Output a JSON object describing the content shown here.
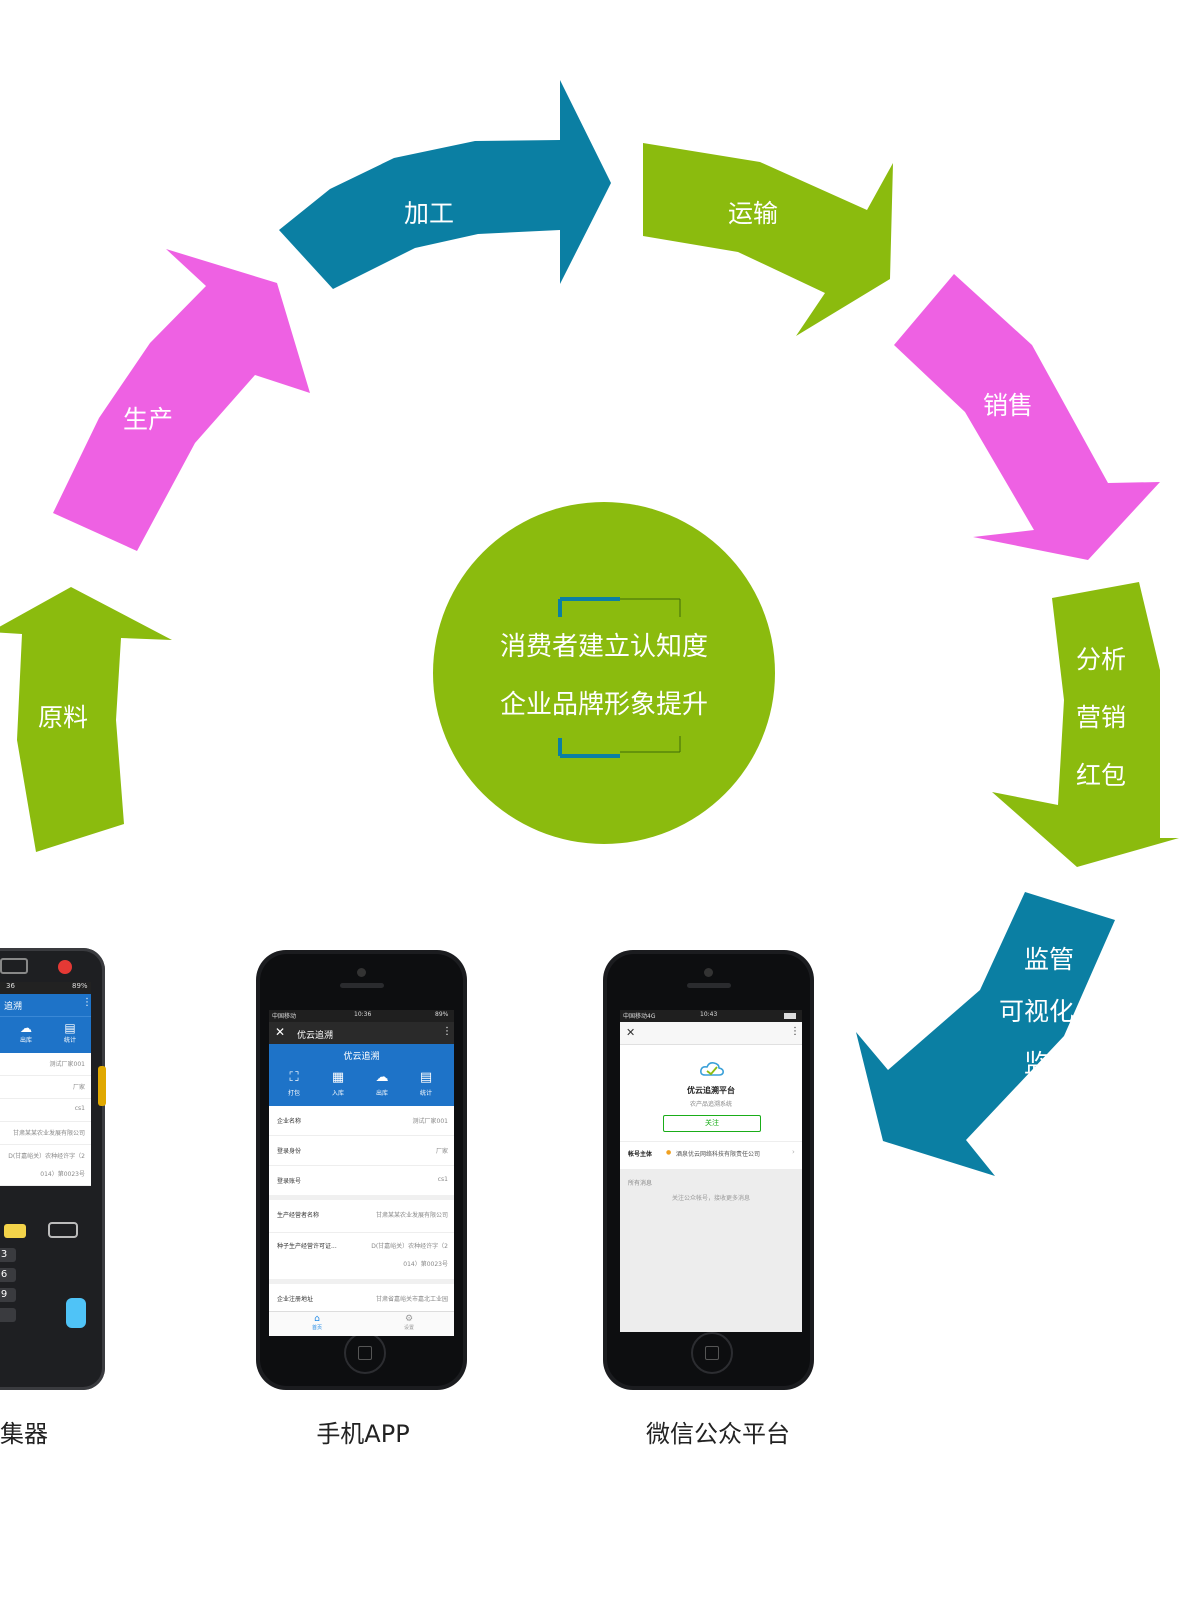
{
  "cycle": {
    "steps": [
      {
        "label": "原料"
      },
      {
        "label": "生产"
      },
      {
        "label": "加工"
      },
      {
        "label": "运输"
      },
      {
        "label": "销售"
      },
      {
        "label": "分析\n营销\n红包"
      },
      {
        "label": "监管\n可视化\n监控"
      }
    ],
    "colors": {
      "green": "#8BBB0E",
      "pink": "#EE61E3",
      "blue": "#0B7FA3"
    }
  },
  "center": {
    "line1": "消费者建立认知度",
    "line2": "企业品牌形象提升",
    "color": "#8BBB0E"
  },
  "devices": [
    {
      "label": "采集器",
      "screen": {
        "status_left": "36",
        "status_right": "89%",
        "title": "追溯",
        "tabs": [
          "出库",
          "统计"
        ],
        "rows": [
          [
            "",
            "测试厂家001"
          ],
          [
            "",
            "厂家"
          ],
          [
            "",
            "cs1"
          ],
          [
            "",
            "甘肃某某农业发展有限公司"
          ],
          [
            "",
            "D(甘嘉峪关）农种经许字（2"
          ],
          [
            "",
            "014）第0023号"
          ]
        ]
      }
    },
    {
      "label": "手机APP",
      "screen": {
        "status_left": "中国移动",
        "status_center": "10:36",
        "status_right": "89%",
        "title": "优云追溯",
        "banner_title": "优云追溯",
        "tabs": [
          "打包",
          "入库",
          "出库",
          "统计"
        ],
        "rows": [
          [
            "企业名称",
            "测试厂家001"
          ],
          [
            "登录身份",
            "厂家"
          ],
          [
            "登录账号",
            "cs1"
          ],
          [
            "生产经营者名称",
            "甘肃某某农业发展有限公司"
          ],
          [
            "种子生产经营许可证...",
            "D(甘嘉峪关）农种经许字（2"
          ],
          [
            "",
            "014）第0023号"
          ],
          [
            "企业注册地址",
            "甘肃省嘉峪关市嘉北工业园"
          ]
        ],
        "bottom_tabs": [
          "首页",
          "设置"
        ]
      }
    },
    {
      "label": "微信公众平台",
      "screen": {
        "status_left": "中国移动4G",
        "status_center": "10:43",
        "title": "优云追溯平台",
        "subtitle": "农产品追溯系统",
        "follow_button": "关注",
        "account_label": "帐号主体",
        "account_value": "酒泉优云网络科技有限责任公司",
        "messages_label": "所有消息",
        "messages_hint": "关注公众帐号，接收更多消息"
      }
    }
  ]
}
